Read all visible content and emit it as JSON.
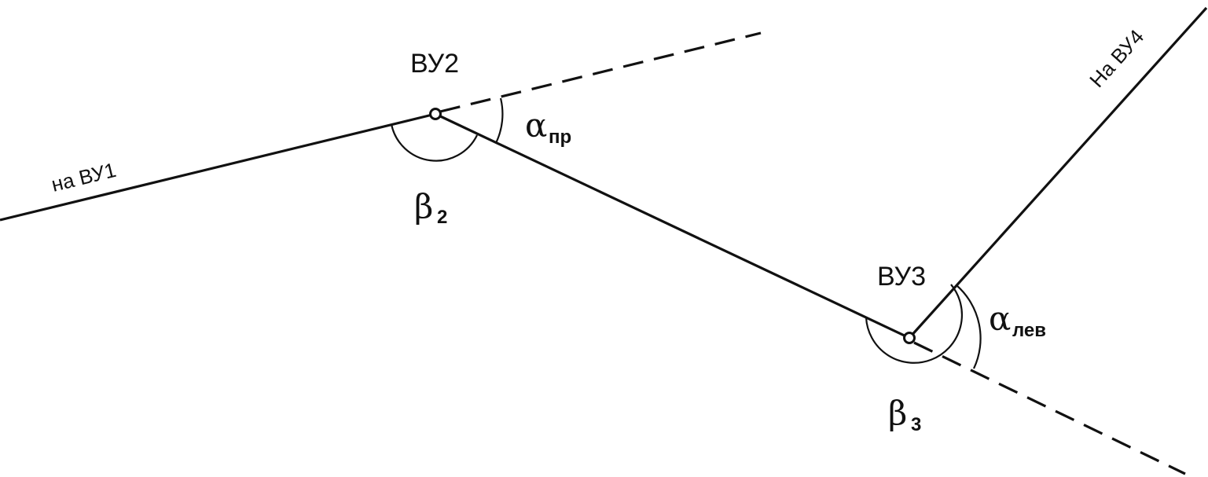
{
  "labels": {
    "vertex2": "ВУ2",
    "vertex3": "ВУ3",
    "to_vu1": "на ВУ1",
    "to_vu4": "На ВУ4"
  },
  "angles": {
    "alpha_right": {
      "symbol": "α",
      "subscript": "пр"
    },
    "alpha_left": {
      "symbol": "α",
      "subscript": "лев"
    },
    "beta2": {
      "symbol": "β",
      "subscript": "2"
    },
    "beta3": {
      "symbol": "β",
      "subscript": "3"
    }
  },
  "colors": {
    "ink": "#111111",
    "background": "#ffffff"
  }
}
